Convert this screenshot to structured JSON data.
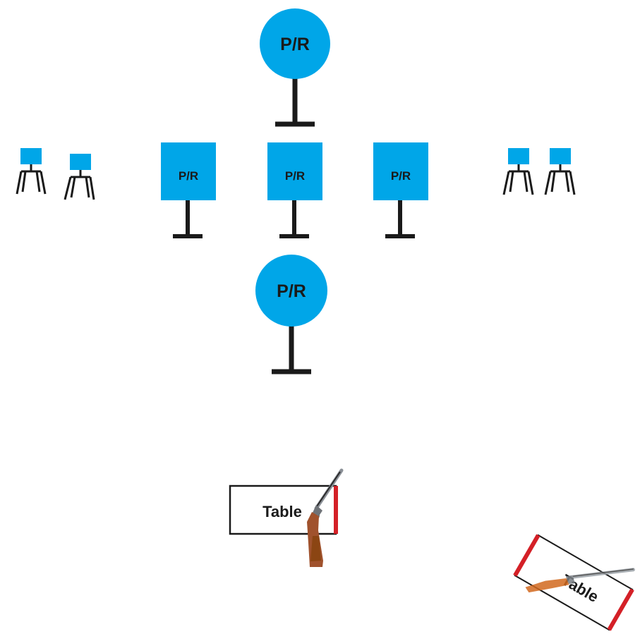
{
  "colors": {
    "target_fill": "#00a6e8",
    "stand": "#1a1a1a",
    "table_accent": "#d42027",
    "table_border": "#1a1a1a",
    "gun_wood": "#a0522d",
    "gun_metal": "#8a8f96"
  },
  "targets": {
    "top_round": {
      "label": "P/R",
      "shape": "circle"
    },
    "left_square": {
      "label": "P/R",
      "shape": "square"
    },
    "center_square": {
      "label": "P/R",
      "shape": "square"
    },
    "right_square": {
      "label": "P/R",
      "shape": "square"
    },
    "bottom_round": {
      "label": "P/R",
      "shape": "circle"
    }
  },
  "no_shoot_targets": {
    "count_left": 2,
    "count_right": 2,
    "icon": "mini-target-stand-icon"
  },
  "tables": {
    "start_table": {
      "label": "Table",
      "icon": "shotgun-icon"
    },
    "second_table": {
      "label": "Table",
      "icon": "shotgun-icon"
    }
  }
}
